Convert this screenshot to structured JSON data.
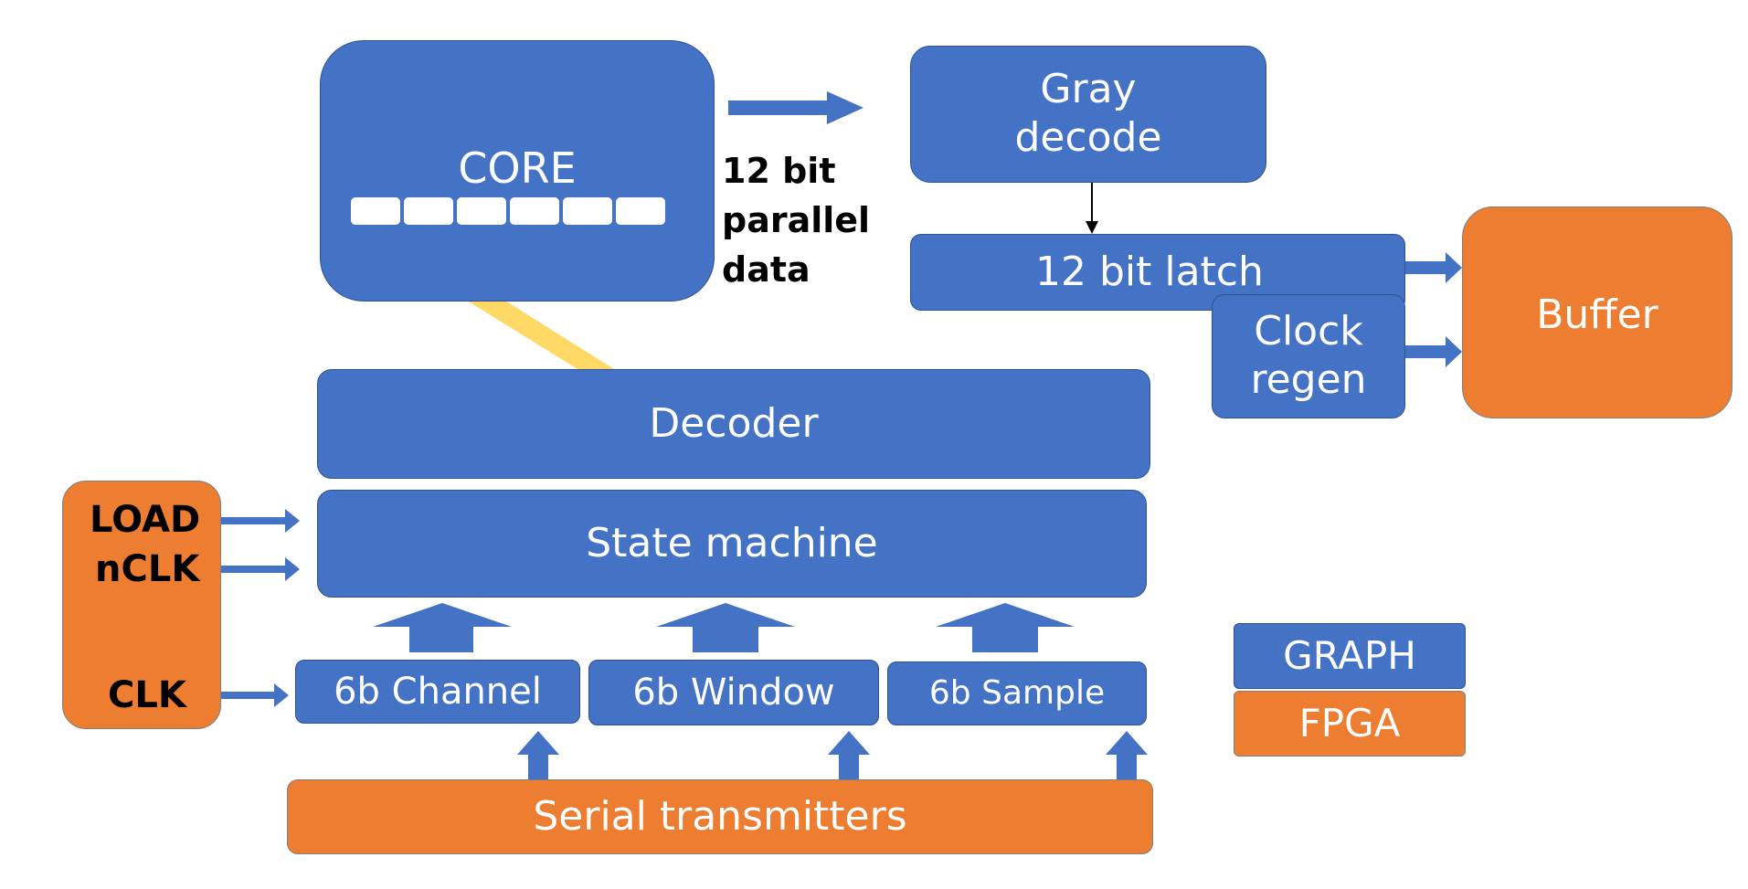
{
  "colors": {
    "blue": "#4472c4",
    "orange": "#ed7d31",
    "yellow": "#ffd966"
  },
  "blocks": {
    "core": "CORE",
    "gray_decode_line1": "Gray",
    "gray_decode_line2": "decode",
    "latch": "12 bit latch",
    "clock_regen_line1": "Clock",
    "clock_regen_line2": "regen",
    "buffer": "Buffer",
    "decoder": "Decoder",
    "state_machine": "State machine",
    "channel": "6b Channel",
    "window": "6b Window",
    "sample": "6b Sample",
    "serial": "Serial transmitters"
  },
  "parallel_label": {
    "line1": "12 bit",
    "line2": "parallel",
    "line3": "data"
  },
  "fpga_signals": {
    "load": "LOAD",
    "nclk": "nCLK",
    "clk": "CLK"
  },
  "legend": {
    "graph": "GRAPH",
    "fpga": "FPGA"
  }
}
